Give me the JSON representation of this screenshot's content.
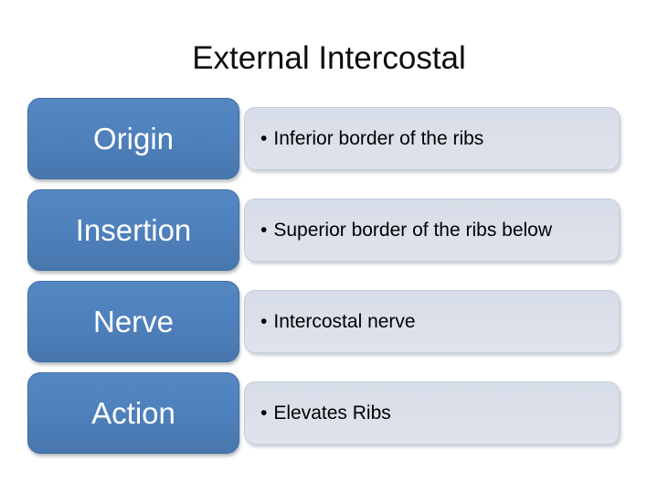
{
  "slide": {
    "title": "External Intercostal",
    "bullet_char": "•",
    "rows": [
      {
        "label": "Origin",
        "bullet": "Inferior border of the ribs"
      },
      {
        "label": "Insertion",
        "bullet": "Superior border of the ribs below"
      },
      {
        "label": "Nerve",
        "bullet": "Intercostal nerve"
      },
      {
        "label": "Action",
        "bullet": "Elevates Ribs"
      }
    ],
    "colors": {
      "background": "#FFFFFF",
      "label_box_fill": "#4F81BD",
      "label_box_border": "#3E6CA0",
      "label_text": "#FFFFFF",
      "content_box_fill": "#DBE0EA",
      "content_box_border": "#C2CCDC",
      "content_text": "#000000",
      "title_text": "#0D0D0D"
    }
  }
}
